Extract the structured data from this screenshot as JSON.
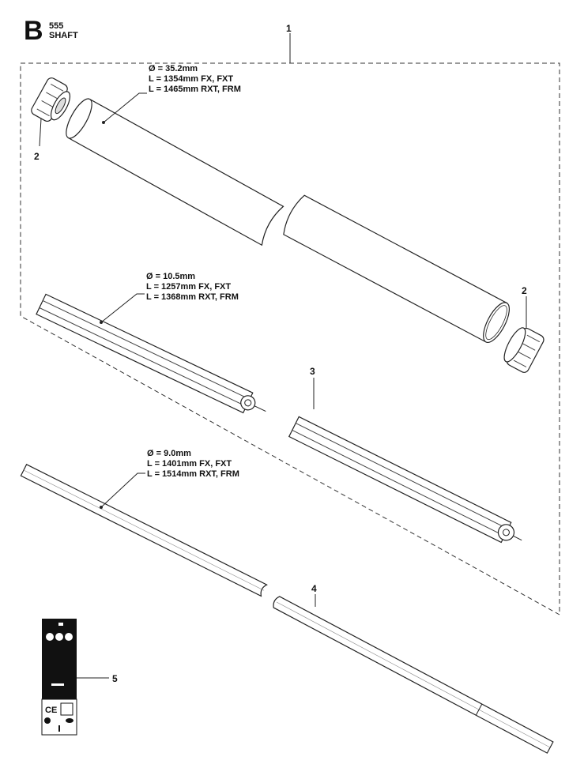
{
  "header": {
    "section_letter": "B",
    "model": "555",
    "title": "SHAFT"
  },
  "callouts": [
    {
      "lines": [
        "Ø = 35.2mm",
        "L = 1354mm FX, FXT",
        "L = 1465mm RXT, FRM"
      ]
    },
    {
      "lines": [
        "Ø = 10.5mm",
        "L = 1257mm FX, FXT",
        "L = 1368mm RXT, FRM"
      ]
    },
    {
      "lines": [
        "Ø = 9.0mm",
        "L = 1401mm FX, FXT",
        "L = 1514mm RXT, FRM"
      ]
    }
  ],
  "part_numbers": {
    "p1": "1",
    "p2a": "2",
    "p2b": "2",
    "p3": "3",
    "p4": "4",
    "p5": "5"
  },
  "colors": {
    "line": "#222222",
    "decal": "#111111"
  }
}
